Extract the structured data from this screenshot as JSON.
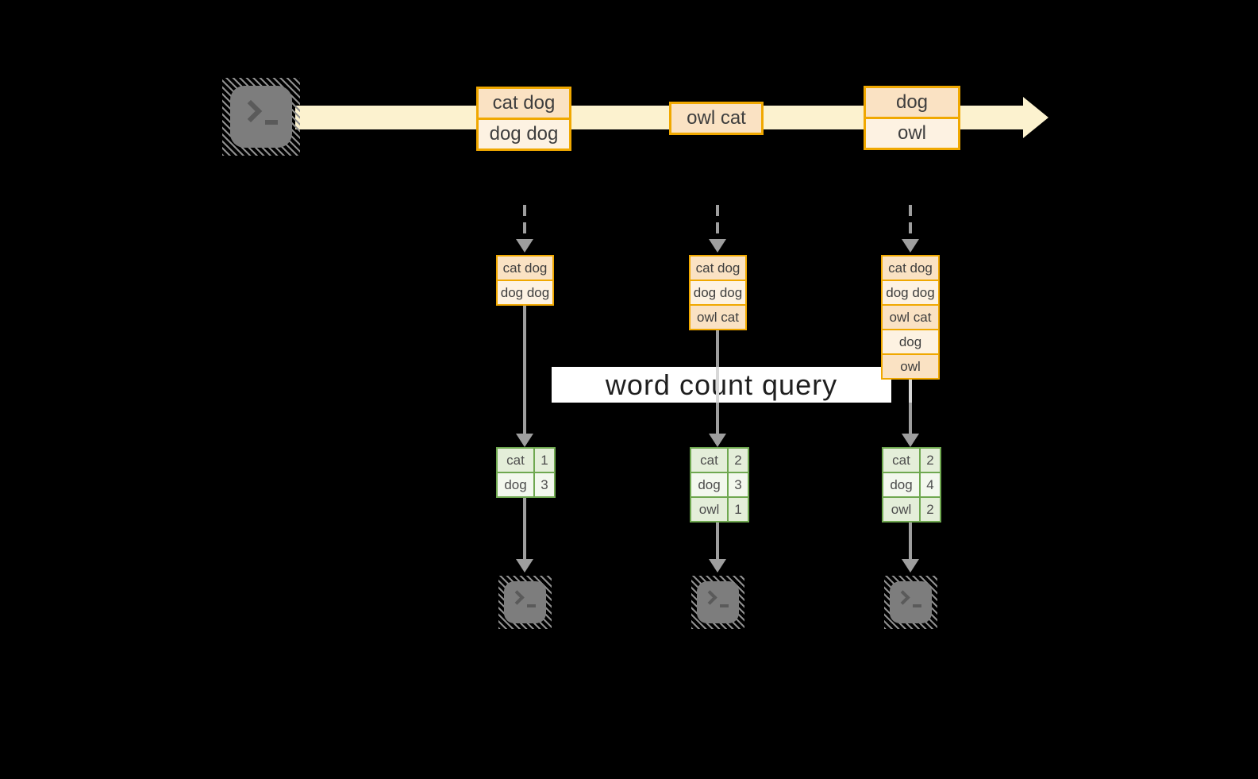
{
  "diagram_title": "word count query",
  "colors": {
    "background": "#000000",
    "stream_fill": "#fcf2cf",
    "event_border": "#f0a800",
    "event_fill_dark": "#fae2c3",
    "event_fill_light": "#fdf2e2",
    "table_border": "#6fa850",
    "table_fill_dark": "#e4eed9",
    "table_fill_light": "#f3f8ee",
    "connector_gray": "#9e9e9e",
    "terminal_gray": "#7d7d7d"
  },
  "stream_events": [
    {
      "lines": [
        "cat dog",
        "dog dog"
      ]
    },
    {
      "lines": [
        "owl cat"
      ]
    },
    {
      "lines": [
        "dog",
        "owl"
      ]
    }
  ],
  "micro_batches": [
    {
      "rows": [
        "cat dog",
        "dog dog"
      ]
    },
    {
      "rows": [
        "cat dog",
        "dog dog",
        "owl cat"
      ]
    },
    {
      "rows": [
        "cat dog",
        "dog dog",
        "owl cat",
        "dog",
        "owl"
      ]
    }
  ],
  "count_tables": [
    {
      "rows": [
        {
          "word": "cat",
          "count": "1"
        },
        {
          "word": "dog",
          "count": "3"
        }
      ]
    },
    {
      "rows": [
        {
          "word": "cat",
          "count": "2"
        },
        {
          "word": "dog",
          "count": "3"
        },
        {
          "word": "owl",
          "count": "1"
        }
      ]
    },
    {
      "rows": [
        {
          "word": "cat",
          "count": "2"
        },
        {
          "word": "dog",
          "count": "4"
        },
        {
          "word": "owl",
          "count": "2"
        }
      ]
    }
  ]
}
